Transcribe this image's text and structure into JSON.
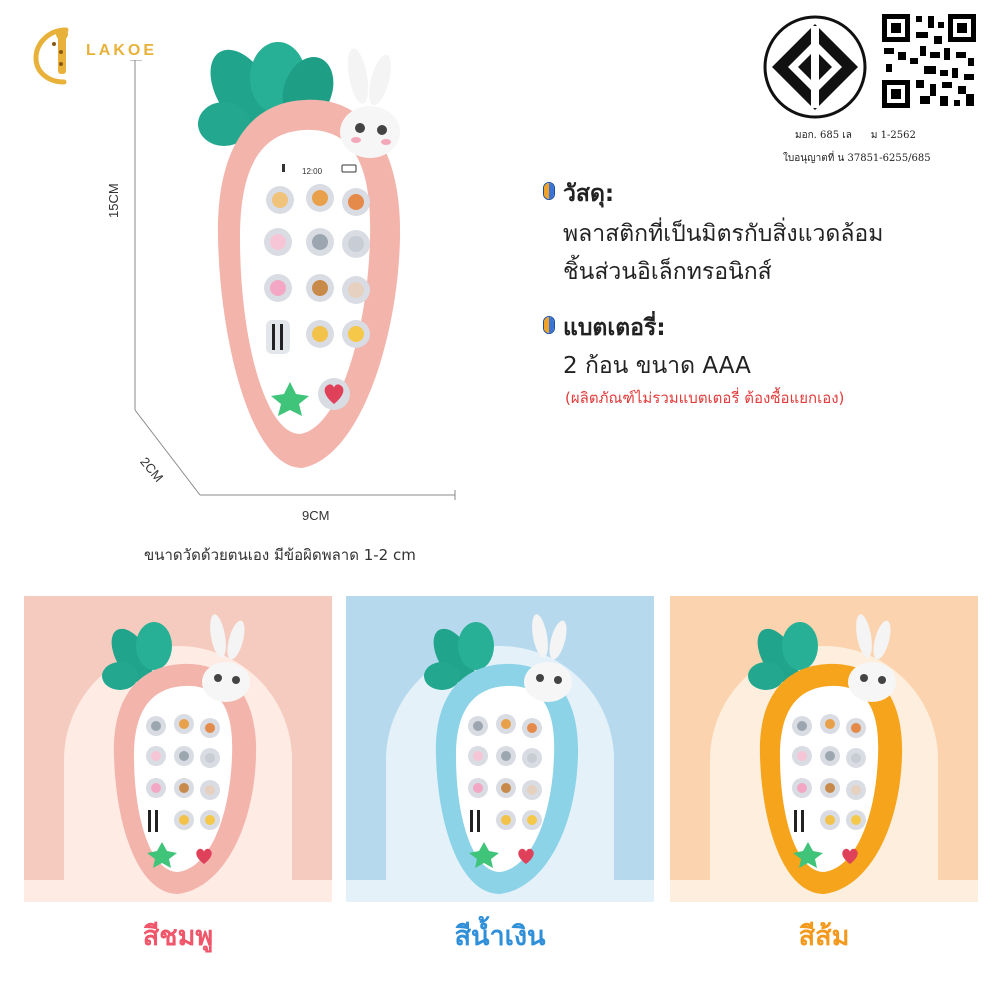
{
  "brand": {
    "name": "LAKOE"
  },
  "dimensions": {
    "height": "15CM",
    "depth": "2CM",
    "width": "9CM"
  },
  "phone_screen": {
    "time": "12:00"
  },
  "certification": {
    "line1": "มอก. 685 เล      ม 1-2562",
    "line2": "ใบอนุญาตที่ น 37851-6255/685"
  },
  "specs": {
    "material_heading": "วัสดุ:",
    "material_lines": [
      "พลาสติกที่เป็นมิตรกับสิ่งแวดล้อม",
      "ชิ้นส่วนอิเล็กทรอนิกส์"
    ],
    "battery_heading": "แบตเตอรี่:",
    "battery_line": "2 ก้อน ขนาด AAA",
    "battery_note": "(ผลิตภัณฑ์ไม่รวมแบตเตอรี่ ต้องซื้อแยกเอง)"
  },
  "measure_note": "ขนาดวัดด้วยตนเอง มีข้อผิดพลาด 1-2 cm",
  "variants": [
    {
      "label": "สีชมพู",
      "label_color": "#f0566a",
      "body_color": "#f3b4ac",
      "bg": "#f6cbbf",
      "arch": "#fdebe4"
    },
    {
      "label": "สีน้ำเงิน",
      "label_color": "#2f8fd8",
      "body_color": "#8cd3e8",
      "bg": "#b7d9ee",
      "arch": "#e4f1f9"
    },
    {
      "label": "สีส้ม",
      "label_color": "#f39a1e",
      "body_color": "#f5a41c",
      "bg": "#fbd3ae",
      "arch": "#fdeedd"
    }
  ],
  "icons": [
    "giraffe-logo-icon",
    "tisi-mark-icon",
    "qr-code-icon",
    "battery-pill-icon",
    "carrot-phone-icon",
    "bunny-icon"
  ]
}
